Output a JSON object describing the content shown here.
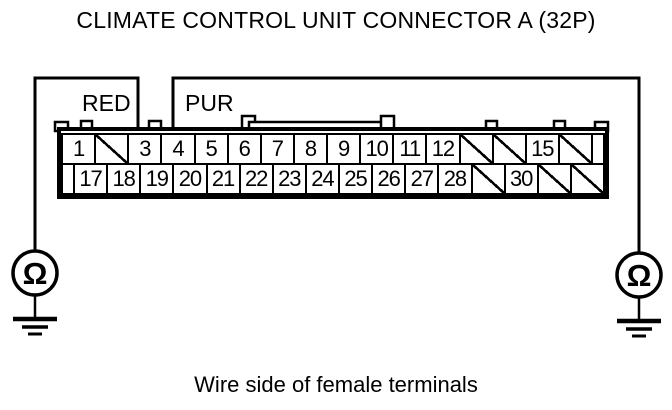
{
  "title": "CLIMATE CONTROL UNIT CONNECTOR A (32P)",
  "caption": "Wire side of female terminals",
  "wires": {
    "left_label": "RED",
    "right_label": "PUR"
  },
  "meters": {
    "left": {
      "symbol": "Ω"
    },
    "right": {
      "symbol": "Ω"
    }
  },
  "connector": {
    "top_row": [
      {
        "label": "1",
        "type": "pin"
      },
      {
        "label": "",
        "type": "absent"
      },
      {
        "label": "3",
        "type": "pin"
      },
      {
        "label": "4",
        "type": "pin"
      },
      {
        "label": "5",
        "type": "pin"
      },
      {
        "label": "6",
        "type": "pin"
      },
      {
        "label": "7",
        "type": "pin"
      },
      {
        "label": "8",
        "type": "pin"
      },
      {
        "label": "9",
        "type": "pin"
      },
      {
        "label": "10",
        "type": "pin"
      },
      {
        "label": "11",
        "type": "pin"
      },
      {
        "label": "12",
        "type": "pin"
      },
      {
        "label": "",
        "type": "absent"
      },
      {
        "label": "",
        "type": "absent"
      },
      {
        "label": "15",
        "type": "pin"
      },
      {
        "label": "",
        "type": "absent"
      },
      {
        "label": "",
        "type": "spacer"
      }
    ],
    "bottom_row": [
      {
        "label": "",
        "type": "spacer"
      },
      {
        "label": "17",
        "type": "pin"
      },
      {
        "label": "18",
        "type": "pin"
      },
      {
        "label": "19",
        "type": "pin"
      },
      {
        "label": "20",
        "type": "pin"
      },
      {
        "label": "21",
        "type": "pin"
      },
      {
        "label": "22",
        "type": "pin"
      },
      {
        "label": "23",
        "type": "pin"
      },
      {
        "label": "24",
        "type": "pin"
      },
      {
        "label": "25",
        "type": "pin"
      },
      {
        "label": "26",
        "type": "pin"
      },
      {
        "label": "27",
        "type": "pin"
      },
      {
        "label": "28",
        "type": "pin"
      },
      {
        "label": "",
        "type": "absent"
      },
      {
        "label": "30",
        "type": "pin"
      },
      {
        "label": "",
        "type": "absent"
      },
      {
        "label": "",
        "type": "absent"
      }
    ]
  },
  "colors": {
    "line": "#000000",
    "background": "#ffffff"
  }
}
